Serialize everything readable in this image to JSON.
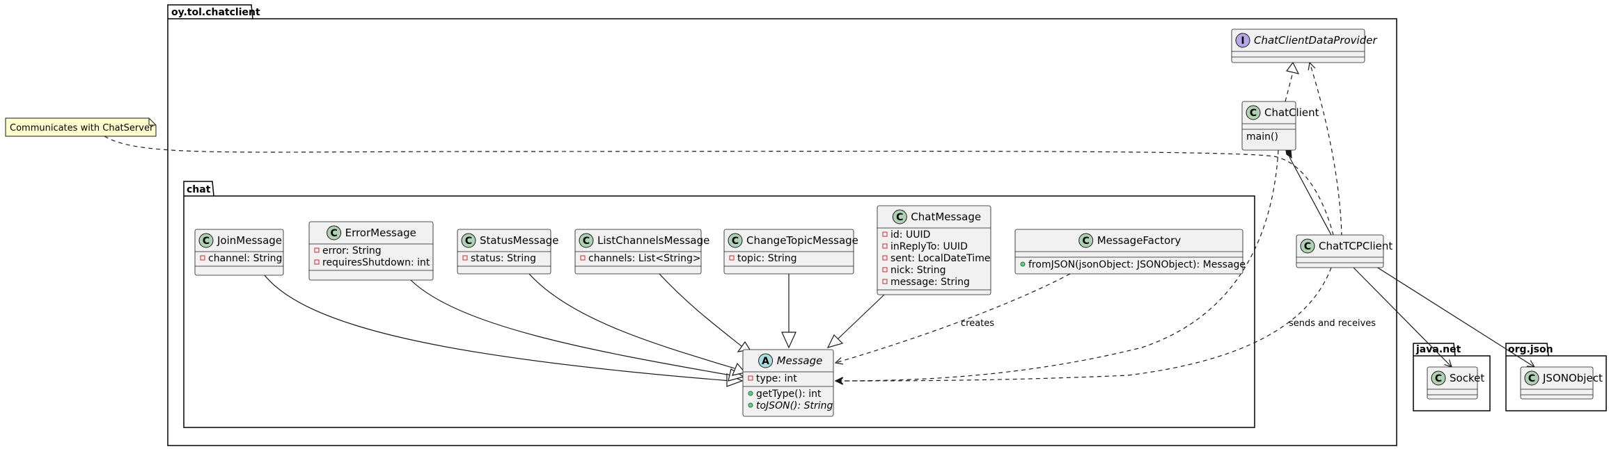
{
  "packages": {
    "root": "oy.tol.chatclient",
    "chat": "chat",
    "javanet": "java.net",
    "orgjson": "org.json"
  },
  "note": {
    "text": "Communicates with ChatServer"
  },
  "classes": {
    "ChatClientDataProvider": {
      "stereotype": "I",
      "name": "ChatClientDataProvider",
      "fields": [],
      "methods": []
    },
    "ChatClient": {
      "stereotype": "C",
      "name": "ChatClient",
      "fields": [],
      "methods": [
        "main()"
      ]
    },
    "ChatTCPClient": {
      "stereotype": "C",
      "name": "ChatTCPClient",
      "fields": [],
      "methods": []
    },
    "JoinMessage": {
      "stereotype": "C",
      "name": "JoinMessage",
      "fields": [
        "channel: String"
      ],
      "methods": []
    },
    "ErrorMessage": {
      "stereotype": "C",
      "name": "ErrorMessage",
      "fields": [
        "error: String",
        "requiresShutdown: int"
      ],
      "methods": []
    },
    "StatusMessage": {
      "stereotype": "C",
      "name": "StatusMessage",
      "fields": [
        "status: String"
      ],
      "methods": []
    },
    "ListChannelsMessage": {
      "stereotype": "C",
      "name": "ListChannelsMessage",
      "fields": [
        "channels: List<String>"
      ],
      "methods": []
    },
    "ChangeTopicMessage": {
      "stereotype": "C",
      "name": "ChangeTopicMessage",
      "fields": [
        "topic: String"
      ],
      "methods": []
    },
    "ChatMessage": {
      "stereotype": "C",
      "name": "ChatMessage",
      "fields": [
        "id: UUID",
        "inReplyTo: UUID",
        "sent: LocalDateTime",
        "nick: String",
        "message: String"
      ],
      "methods": []
    },
    "MessageFactory": {
      "stereotype": "C",
      "name": "MessageFactory",
      "fields": [],
      "methods": [
        "fromJSON(jsonObject: JSONObject): Message"
      ]
    },
    "Message": {
      "stereotype": "A",
      "name": "Message",
      "fields": [
        "type: int"
      ],
      "methods": [
        "getType(): int",
        "toJSON(): String"
      ]
    },
    "Socket": {
      "stereotype": "C",
      "name": "Socket",
      "fields": [],
      "methods": []
    },
    "JSONObject": {
      "stereotype": "C",
      "name": "JSONObject",
      "fields": [],
      "methods": []
    }
  },
  "relations": {
    "creates": "creates",
    "sends_receives": "sends and receives"
  },
  "colors": {
    "class_fill": "#f1f1f1",
    "note_fill": "#fefece",
    "circle_class": "#add1b2",
    "circle_interface": "#b4a7e5",
    "circle_abstract": "#a9dcdf"
  }
}
